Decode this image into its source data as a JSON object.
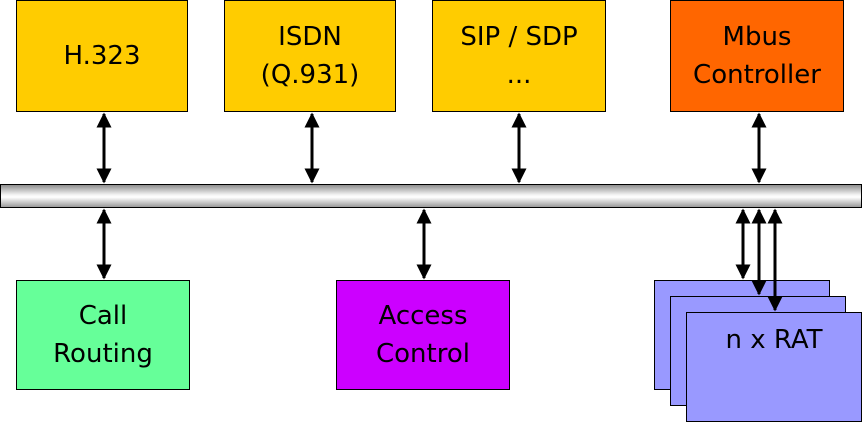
{
  "boxes": {
    "h323": {
      "lines": [
        "H.323"
      ],
      "color": "#ffcc00"
    },
    "isdn": {
      "lines": [
        "ISDN",
        "(Q.931)"
      ],
      "color": "#ffcc00"
    },
    "sip": {
      "lines": [
        "SIP / SDP",
        "..."
      ],
      "color": "#ffcc00"
    },
    "mbus": {
      "lines": [
        "Mbus",
        "Controller"
      ],
      "color": "#ff6600"
    },
    "call_routing": {
      "lines": [
        "Call",
        "Routing"
      ],
      "color": "#66ff99"
    },
    "access_control": {
      "lines": [
        "Access",
        "Control"
      ],
      "color": "#cc00ff"
    },
    "rat": {
      "lines": [
        "n x RAT"
      ],
      "color": "#9999ff"
    }
  },
  "bus": {
    "color": "#c0c0c0"
  }
}
